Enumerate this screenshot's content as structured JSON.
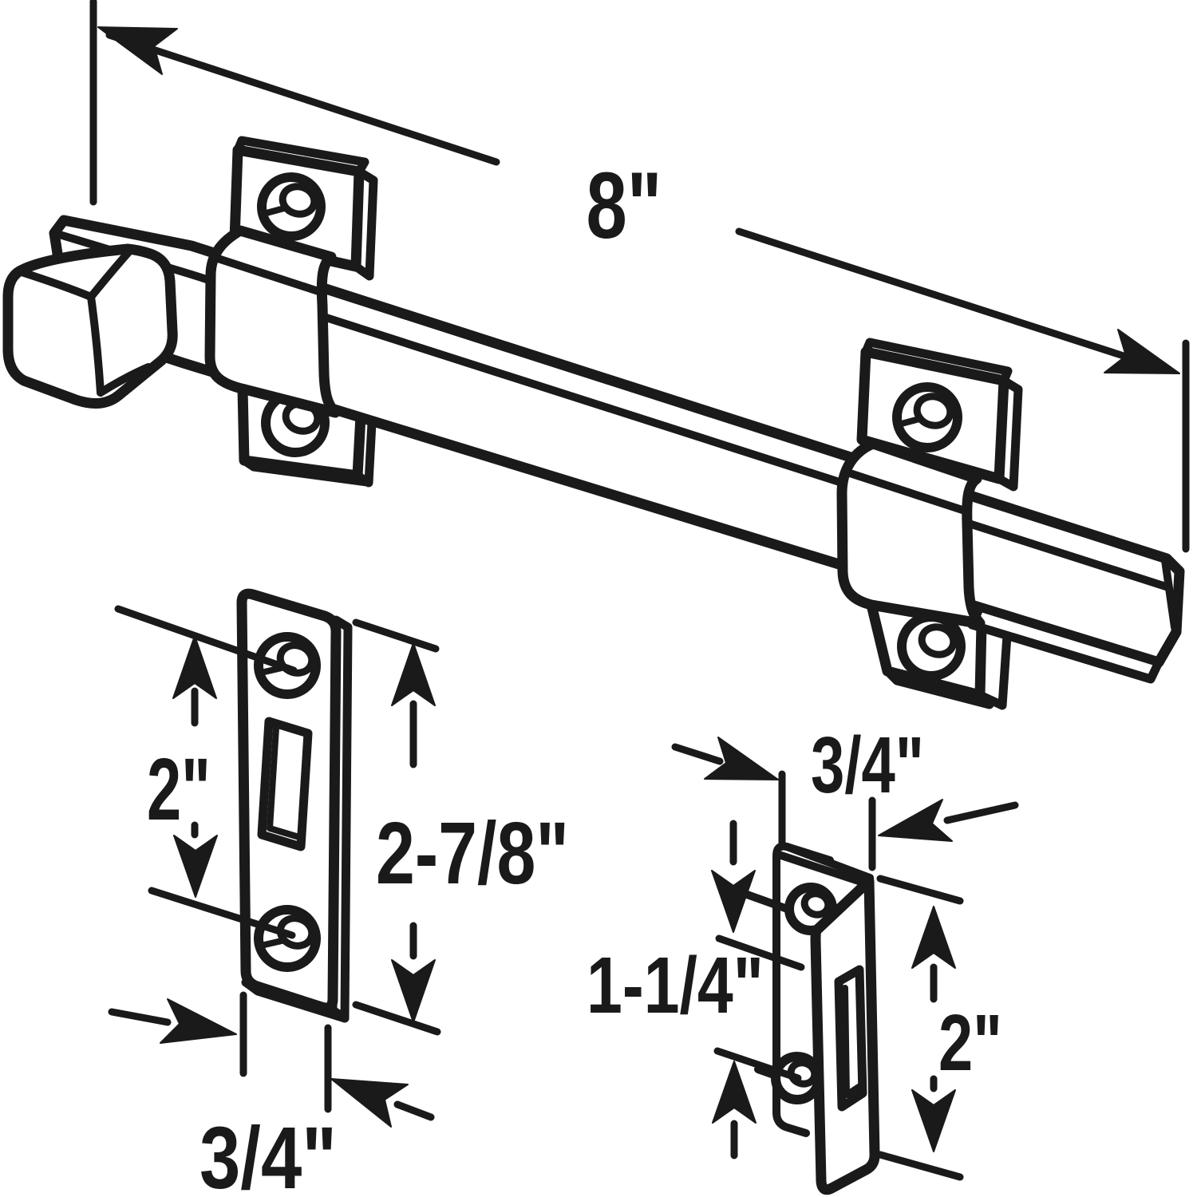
{
  "drawing": {
    "background_color": "#ffffff",
    "line_color": "#1a1a1a"
  },
  "labels": {
    "bolt_length": "8\"",
    "plate_hole_spacing": "2\"",
    "plate_height": "2-7/8\"",
    "plate_width": "3/4\"",
    "keeper_width": "3/4\"",
    "keeper_hole_spacing": "1-1/4\"",
    "keeper_height": "2\""
  }
}
